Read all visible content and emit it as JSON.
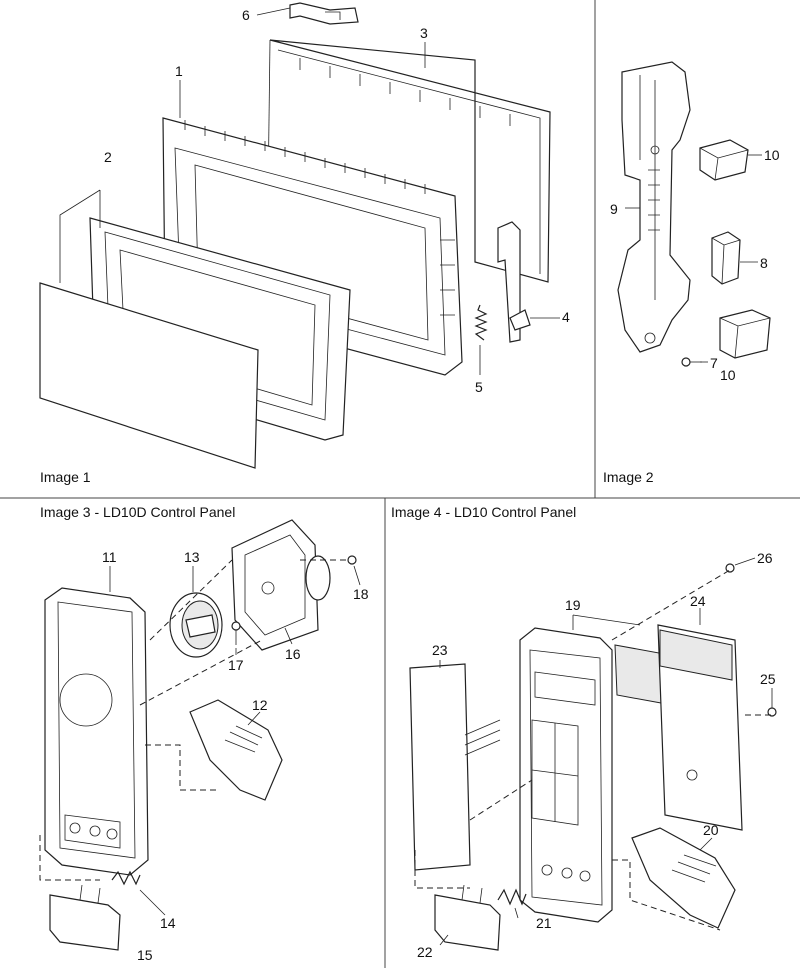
{
  "panels": {
    "image1": {
      "caption": "Image 1"
    },
    "image2": {
      "caption": "Image 2"
    },
    "image3": {
      "caption": "Image 3 - LD10D Control Panel"
    },
    "image4": {
      "caption": "Image 4  - LD10 Control Panel"
    }
  },
  "callouts": {
    "p1": "1",
    "p2": "2",
    "p3": "3",
    "p4": "4",
    "p5": "5",
    "p6": "6",
    "p7": "7",
    "p8": "8",
    "p9": "9",
    "p10a": "10",
    "p10b": "10",
    "p11": "11",
    "p12": "12",
    "p13": "13",
    "p14": "14",
    "p15": "15",
    "p16": "16",
    "p17": "17",
    "p18": "18",
    "p19": "19",
    "p20": "20",
    "p21": "21",
    "p22": "22",
    "p23": "23",
    "p24": "24",
    "p25": "25",
    "p26": "26"
  }
}
